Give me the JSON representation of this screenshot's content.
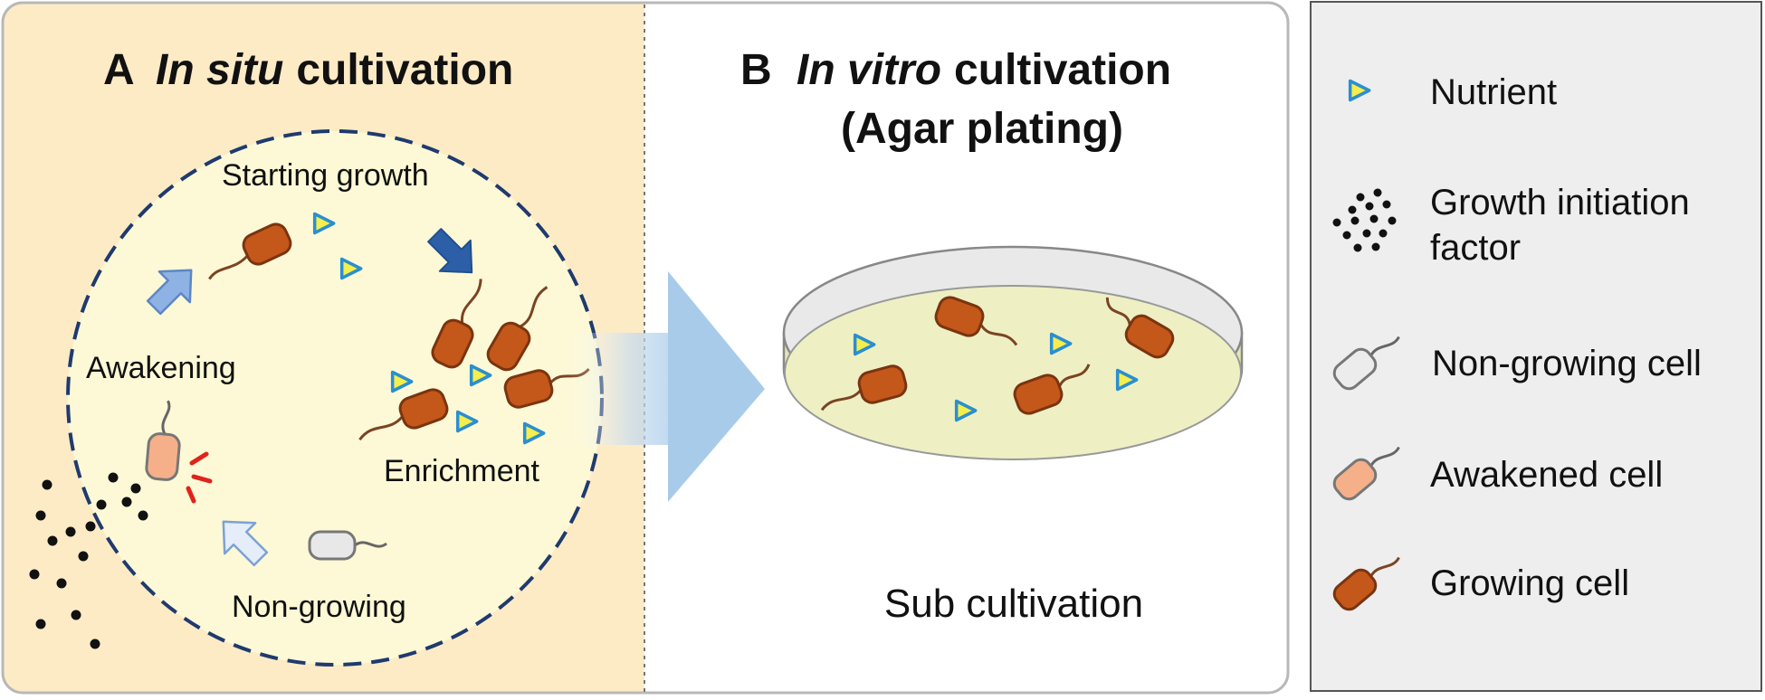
{
  "panel_a": {
    "letter": "A",
    "title_italic": "In situ",
    "title_rest": "cultivation",
    "labels": {
      "starting_growth": "Starting growth",
      "awakening": "Awakening",
      "enrichment": "Enrichment",
      "non_growing": "Non-growing"
    }
  },
  "panel_b": {
    "letter": "B",
    "title_italic": "In vitro",
    "title_rest": "cultivation",
    "subtitle": "(Agar plating)",
    "caption": "Sub cultivation"
  },
  "legend": {
    "items": [
      {
        "icon": "nutrient-triangle-icon",
        "label": "Nutrient"
      },
      {
        "icon": "growth-factor-dots-icon",
        "label_line1": "Growth initiation",
        "label_line2": "factor"
      },
      {
        "icon": "non-growing-cell-icon",
        "label": "Non-growing cell"
      },
      {
        "icon": "awakened-cell-icon",
        "label": "Awakened cell"
      },
      {
        "icon": "growing-cell-icon",
        "label": "Growing cell"
      }
    ]
  },
  "colors": {
    "panel_a_bg": "#fdebc6",
    "circle_fill": "#fdf9d6",
    "circle_stroke": "#1f3a6e",
    "growing_cell": "#c4571a",
    "awakened_cell": "#f5b08a",
    "non_growing_cell": "#e8e8e8",
    "nutrient_fill": "#f5ee4c",
    "nutrient_stroke": "#2a8fd0",
    "agar": "#ecedc0",
    "legend_bg": "#eeeeee"
  }
}
